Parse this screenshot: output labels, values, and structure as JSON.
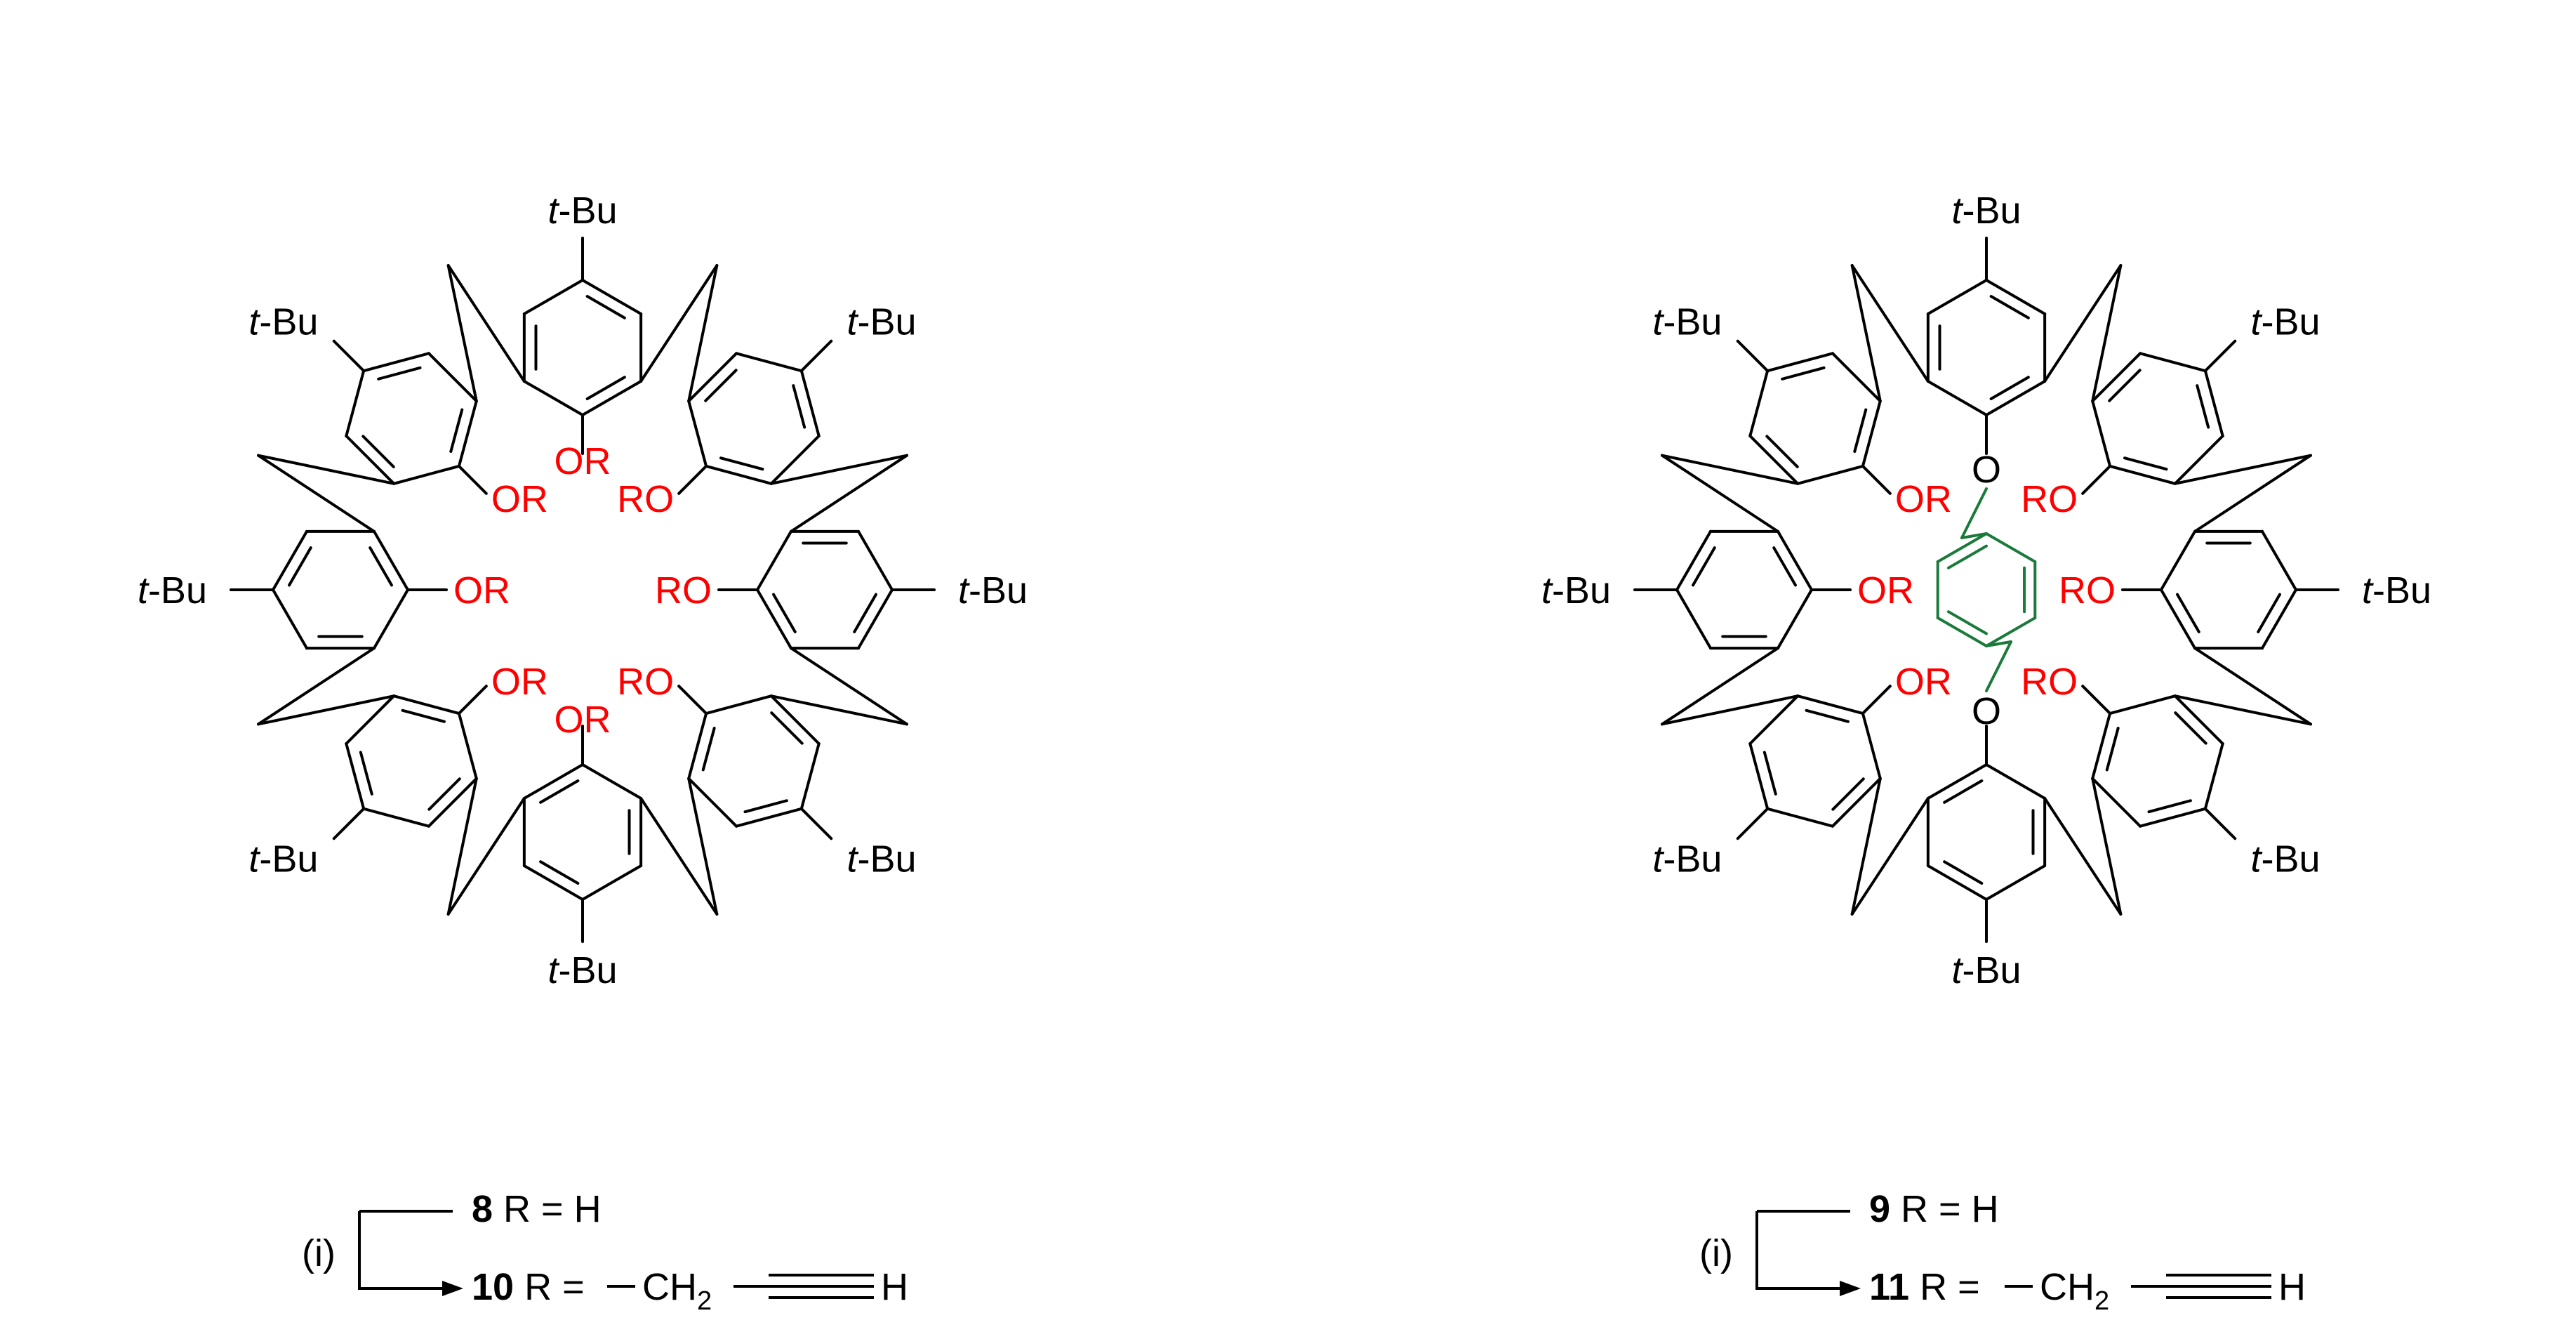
{
  "colors": {
    "bond": "#000000",
    "substituent": "#ff0000",
    "linker": "#1a7a3a"
  },
  "labels": {
    "tbu": "t",
    "bu": "-Bu",
    "or": "OR",
    "ro": "RO",
    "o": "O"
  },
  "compounds": {
    "left": {
      "num_top": "8",
      "r_top": " R = H",
      "num_bottom": "10",
      "reagent": "(i)"
    },
    "right": {
      "num_top": "9",
      "r_top": " R = H",
      "num_bottom": "11",
      "reagent": "(i)"
    }
  },
  "formula": {
    "r_eq": " R = ",
    "ch": "CH",
    "two": "2",
    "h": "H"
  }
}
